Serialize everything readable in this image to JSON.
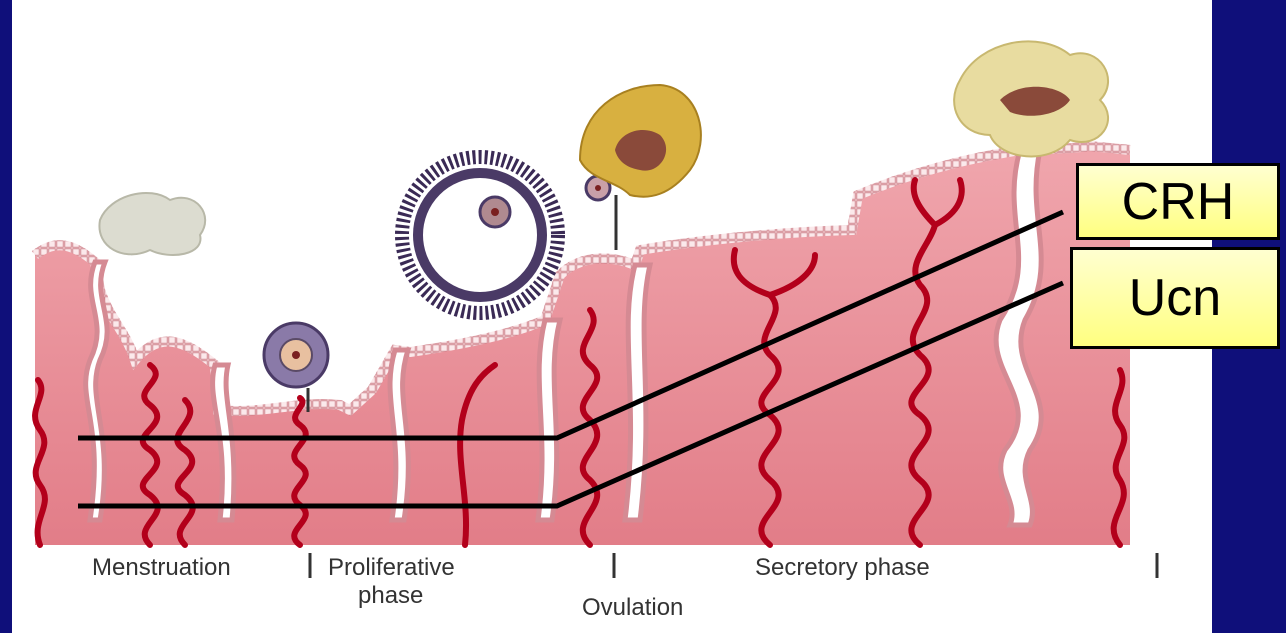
{
  "labels": {
    "menstruation": "Menstruation",
    "proliferative_1": "Proliferative",
    "proliferative_2": "phase",
    "ovulation": "Ovulation",
    "secretory": "Secretory phase"
  },
  "tags": {
    "crh": "CRH",
    "ucn": "Ucn"
  },
  "colors": {
    "background": "#0f0f7a",
    "tissue": "#e8858f",
    "vessel": "#b3001b",
    "tag_fill": "#ffff99"
  }
}
